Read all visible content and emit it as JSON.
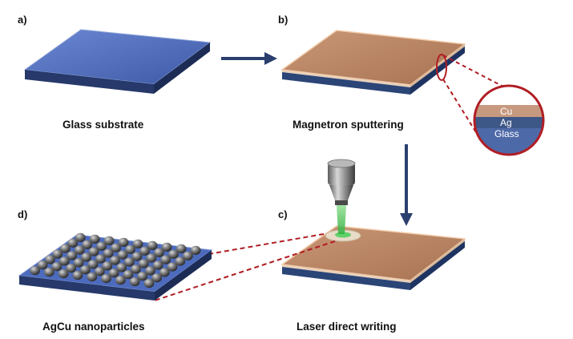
{
  "panels": {
    "a": {
      "letter": "a)",
      "caption": "Glass substrate"
    },
    "b": {
      "letter": "b)",
      "caption": "Magnetron sputtering"
    },
    "c": {
      "letter": "c)",
      "caption": "Laser direct writing"
    },
    "d": {
      "letter": "d)",
      "caption": "AgCu nanoparticles"
    }
  },
  "inset_layers": [
    "Cu",
    "Ag",
    "Glass"
  ],
  "colors": {
    "glass_top": "#5572bf",
    "glass_side": "#23355f",
    "copper_top": "#b8845f",
    "copper_edge": "#f0c9a6",
    "arrow": "#2a3f6e",
    "dashed_red": "#b01e24",
    "laser_green": "#3fbf4a"
  }
}
